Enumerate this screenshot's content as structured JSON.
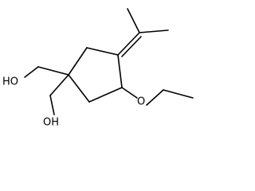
{
  "labels": {
    "oh_top": "HO",
    "oh_bottom": "OH",
    "ether_oxygen": "O"
  },
  "colors": {
    "bond": "#000000",
    "background": "#ffffff"
  }
}
